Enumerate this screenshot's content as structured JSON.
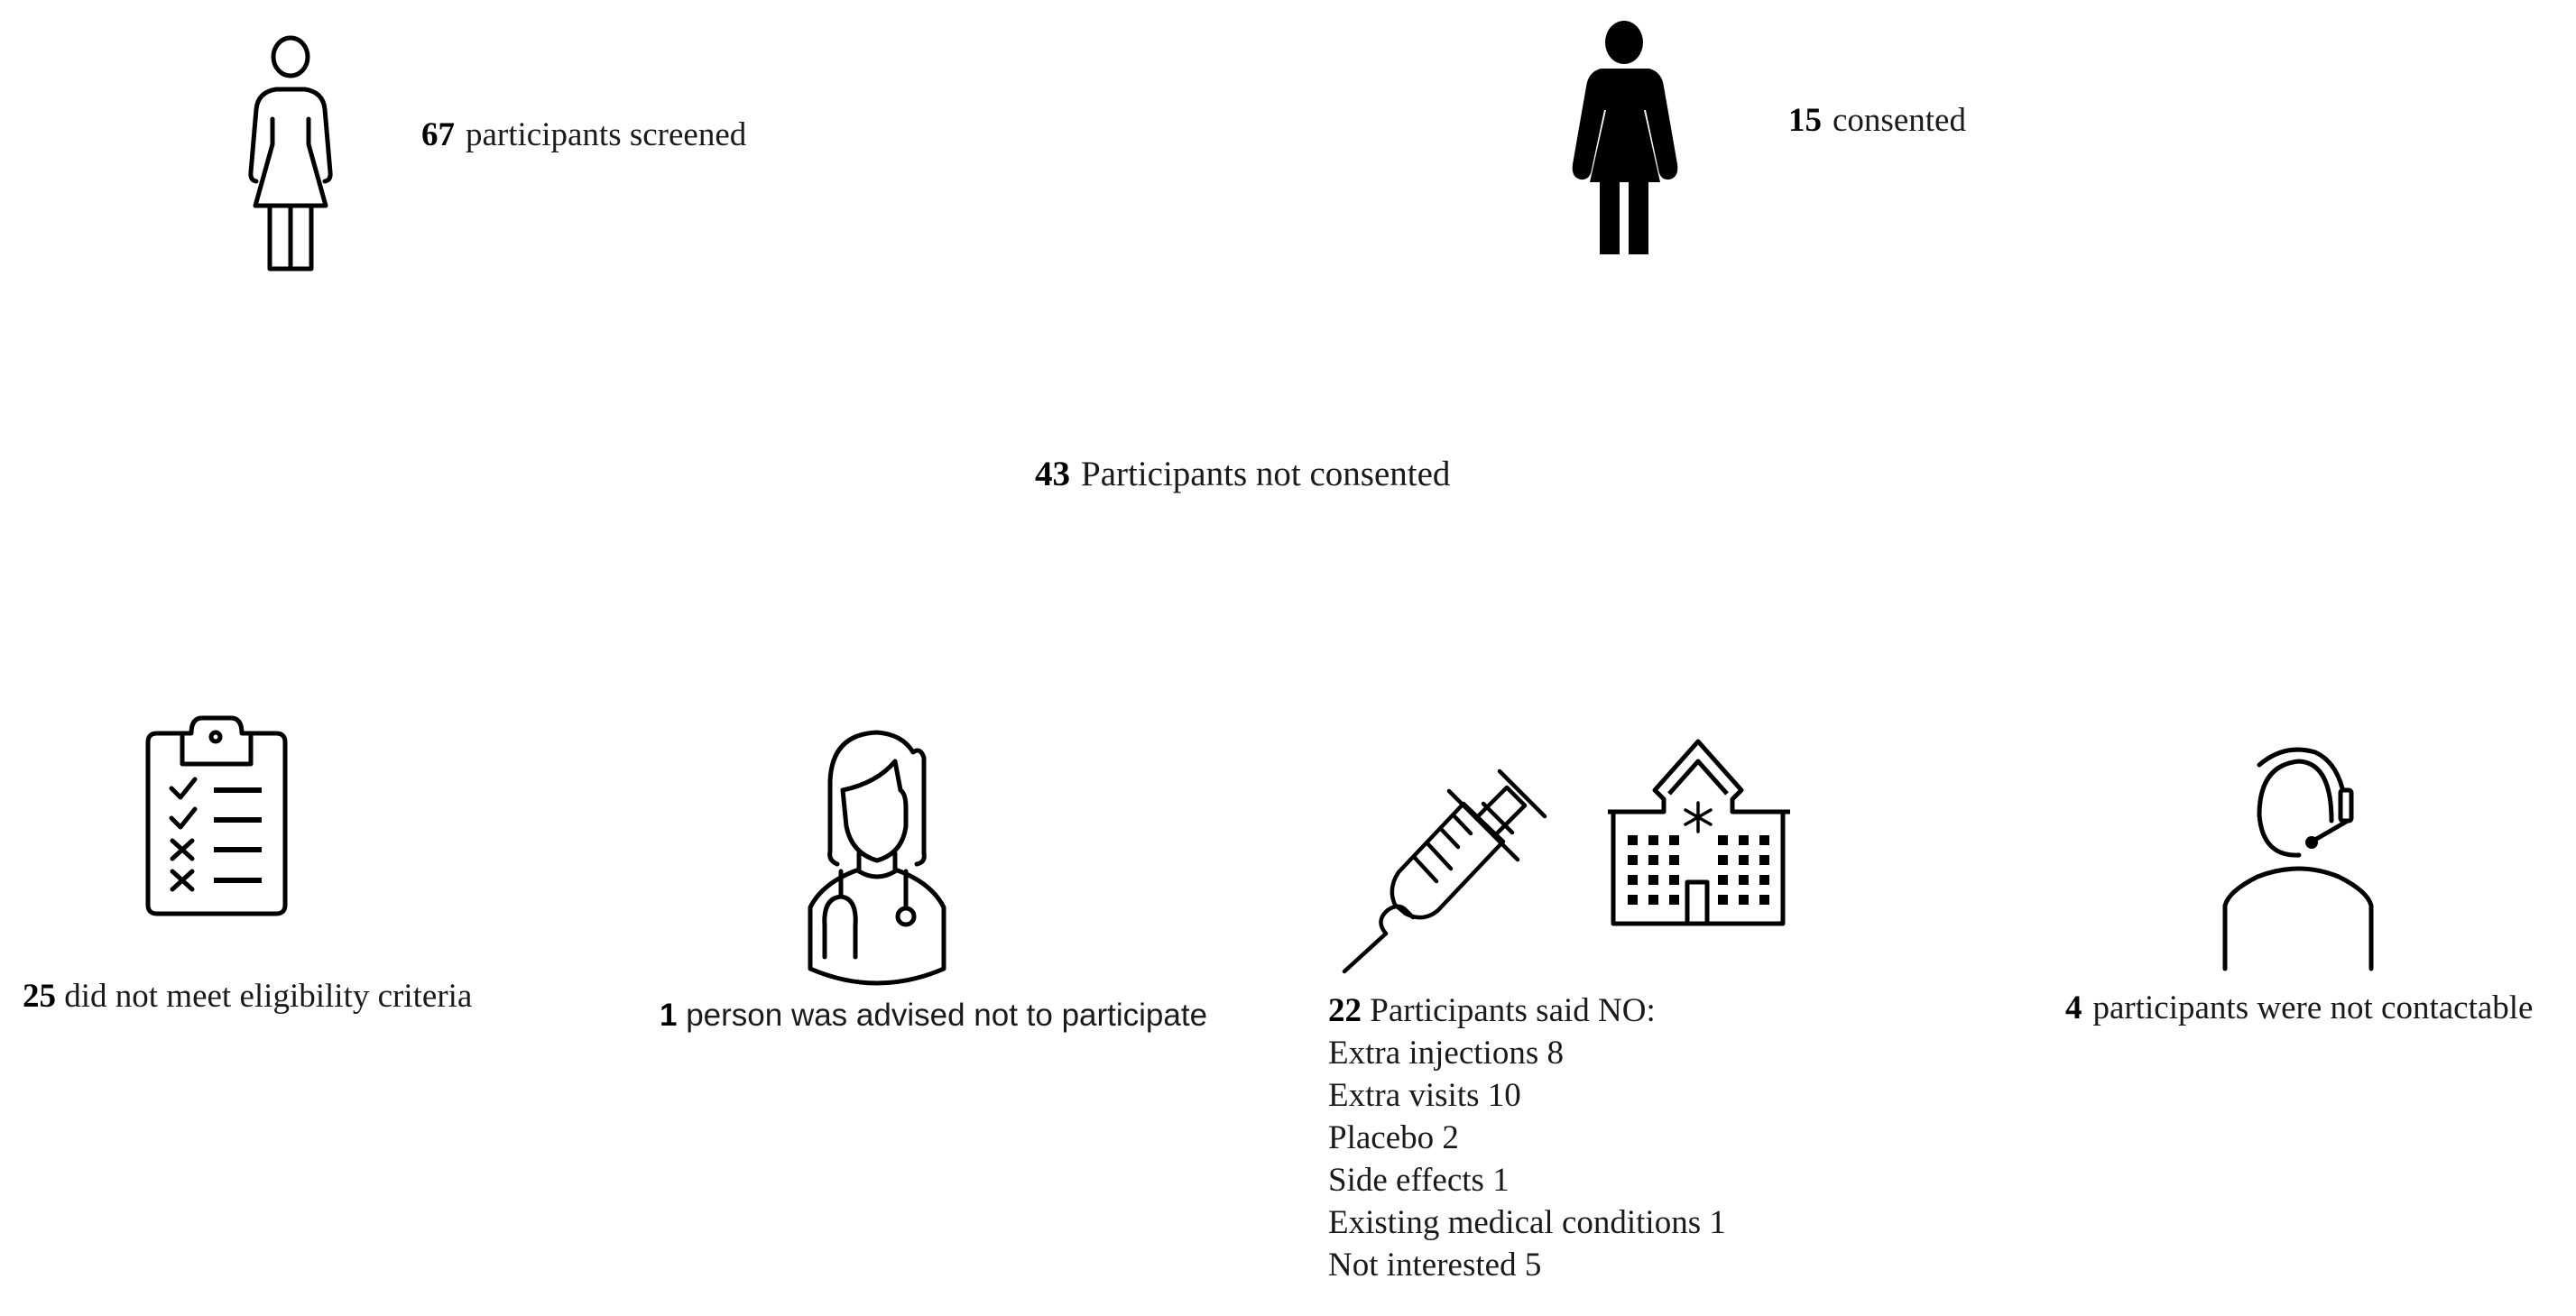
{
  "screened": {
    "count": "67",
    "label": "participants screened",
    "icon": "woman-outline-icon"
  },
  "consented": {
    "count": "15",
    "label": "consented",
    "icon": "woman-filled-icon"
  },
  "not_consented": {
    "count": "43",
    "label": "Participants not consented"
  },
  "reasons": [
    {
      "count": "25",
      "label": "did not meet eligibility criteria",
      "icon": "clipboard-checklist-icon"
    },
    {
      "count": "1",
      "label": "person was advised not to participate",
      "icon": "doctor-icon"
    },
    {
      "count": "22",
      "label": "Participants said NO:",
      "icons": [
        "syringe-icon",
        "hospital-icon"
      ],
      "breakdown": [
        {
          "label": "Extra injections 8"
        },
        {
          "label": "Extra visits 10"
        },
        {
          "label": "Placebo 2"
        },
        {
          "label": "Side effects 1"
        },
        {
          "label": "Existing medical conditions 1"
        },
        {
          "label": "Not interested 5"
        }
      ]
    },
    {
      "count": "4",
      "label": "participants were not contactable",
      "icon": "headset-person-icon"
    }
  ],
  "colors": {
    "ink": "#000000",
    "background": "#ffffff"
  }
}
